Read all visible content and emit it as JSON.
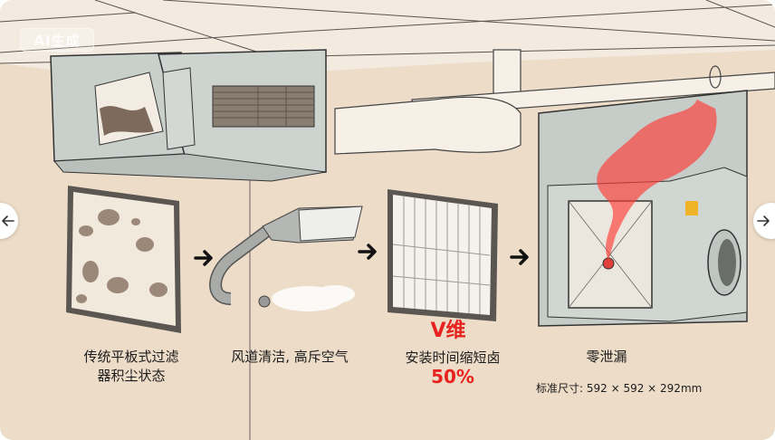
{
  "viewer": {
    "prev_button_label": "previous image",
    "next_button_label": "next image",
    "prev_icon": "arrow-left-icon",
    "next_icon": "arrow-right-icon"
  },
  "watermark": {
    "text": "AI生成"
  },
  "steps": [
    {
      "caption_line1": "传统平板式过滤",
      "caption_line2": "器积尘状态",
      "illustration": "dusty-flat-filter"
    },
    {
      "caption": "风道清洁, 高斥空气",
      "illustration": "vacuum-hose-cleaning"
    },
    {
      "highlight": "V维",
      "caption": "安装时间缩短卤",
      "percent": "50%",
      "illustration": "v-bank-filter"
    },
    {
      "caption": "零泄漏",
      "spec": "标准尺寸: 592 × 592 × 292mm",
      "illustration": "sealed-filter-housing-smoke-test"
    }
  ],
  "colors": {
    "background": "#ecdcc8",
    "highlight_red": "#e8221e",
    "caption_text": "#1c1c1c",
    "metal_gray": "#c9cfcb"
  }
}
